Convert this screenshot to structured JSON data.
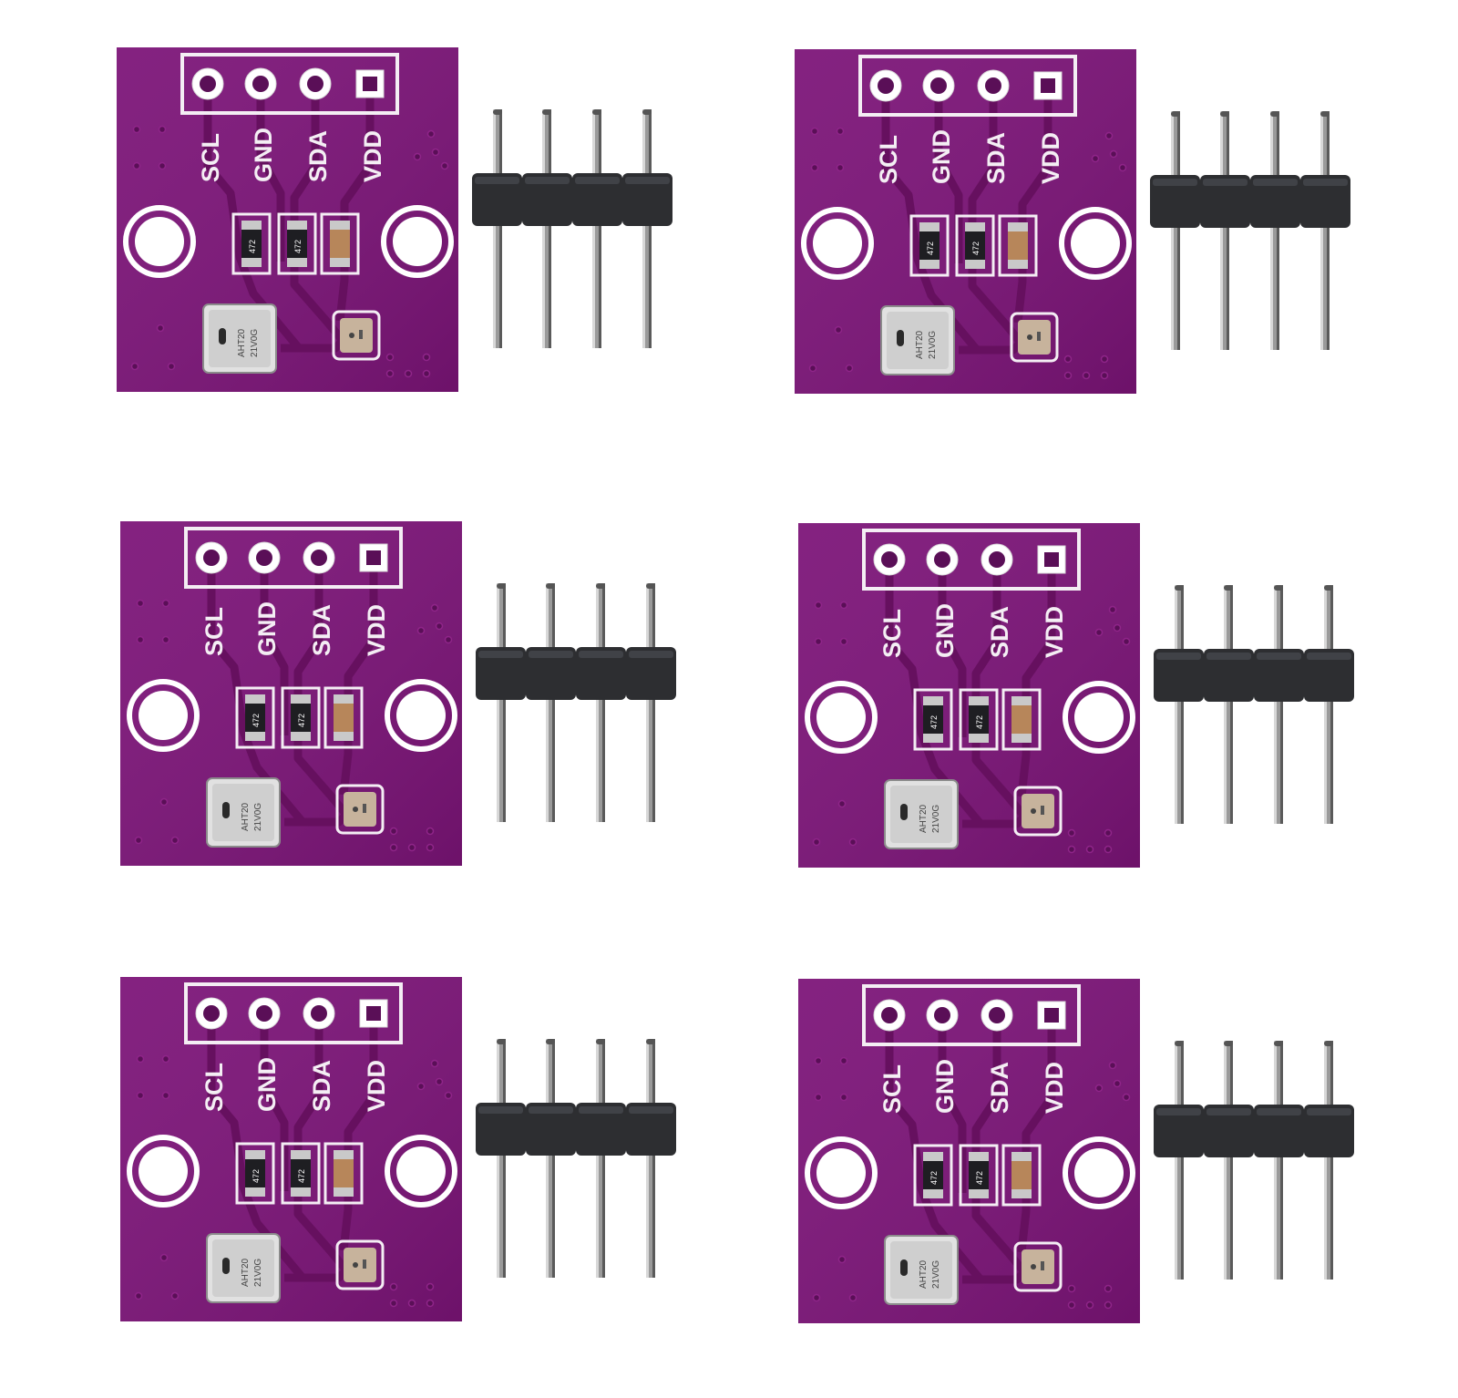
{
  "board": {
    "pin_labels": [
      "SCL",
      "GND",
      "SDA",
      "VDD"
    ],
    "resistor_marking": "472",
    "sensor_marking_line1": "AHT20",
    "sensor_marking_line2": "21V0G",
    "colors": {
      "pcb": "#7c1478",
      "pcb_light": "#8f2589",
      "pcb_dark": "#5a0f57",
      "trace": "#66105f",
      "silkscreen": "#f4eef4",
      "header_plastic": "#2d2e31",
      "pin_metal": "#9a9a9a"
    }
  },
  "layout": {
    "units": [
      {
        "id": "unit-1"
      },
      {
        "id": "unit-2"
      },
      {
        "id": "unit-3"
      },
      {
        "id": "unit-4"
      },
      {
        "id": "unit-5"
      },
      {
        "id": "unit-6"
      }
    ]
  }
}
